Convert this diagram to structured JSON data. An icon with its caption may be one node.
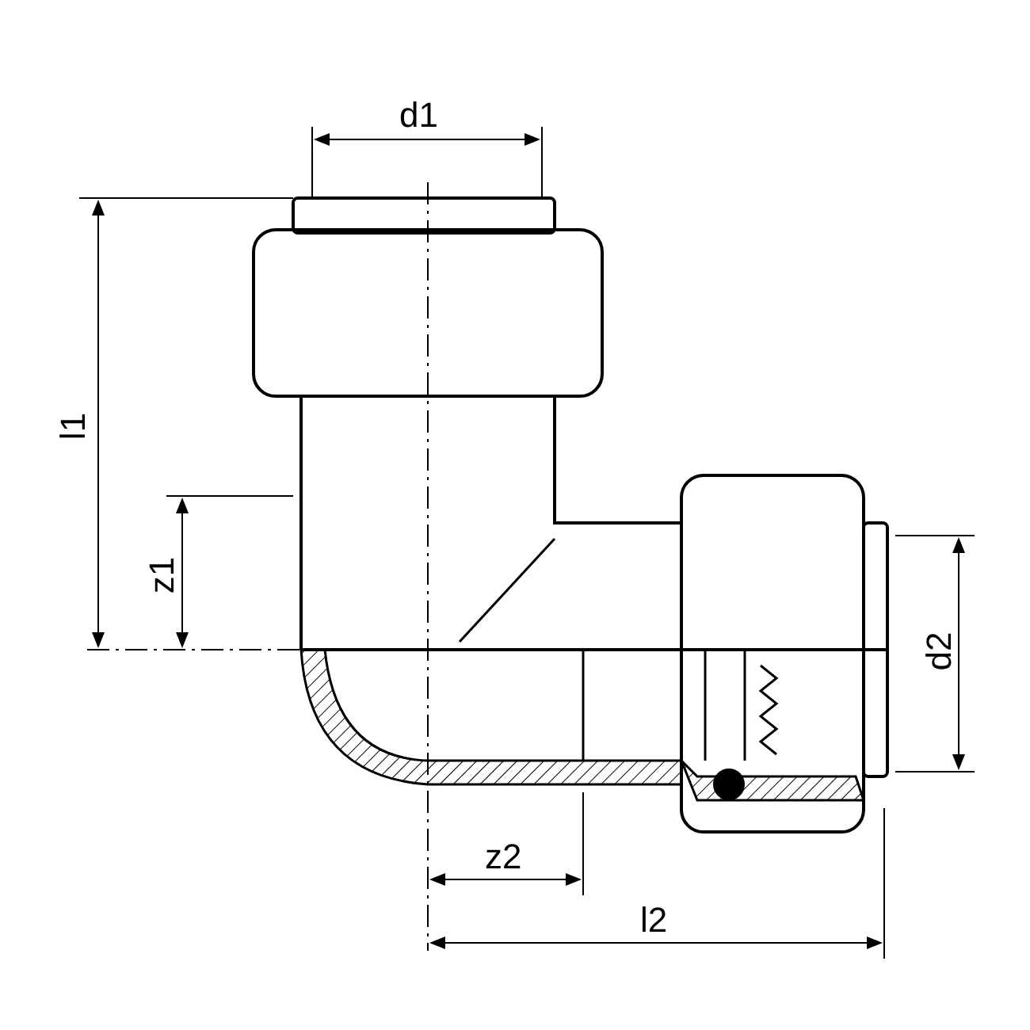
{
  "diagram": {
    "labels": [
      "d1",
      "l1",
      "z1",
      "d2",
      "z2",
      "l2"
    ]
  }
}
